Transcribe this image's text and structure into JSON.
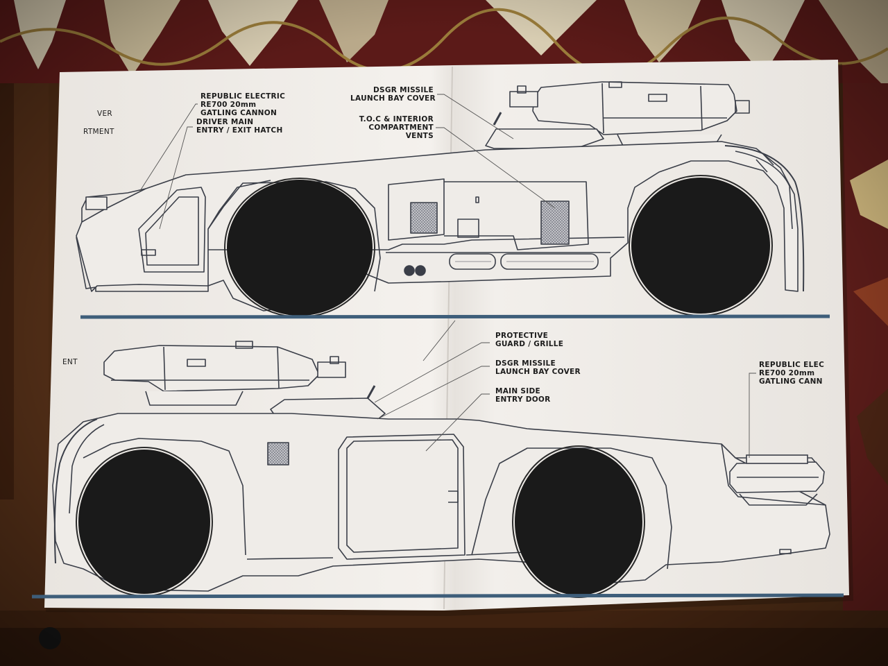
{
  "photo": {
    "colors": {
      "floor": "#4a2a14",
      "rug_dark": "#5b1a18",
      "rug_light": "#d8cdb2",
      "paper": "#f3f0ec",
      "line": "#3a3e48",
      "ground_line": "#3e5e7a",
      "wheel": "#1a1a1a"
    },
    "top_view": {
      "cropped_labels": [
        "VER",
        "RTMENT"
      ],
      "callouts": [
        {
          "id": "gatling",
          "lines": [
            "REPUBLIC ELECTRIC",
            "RE700 20mm",
            "GATLING CANNON"
          ]
        },
        {
          "id": "hatch",
          "lines": [
            "DRIVER MAIN",
            "ENTRY / EXIT HATCH"
          ]
        },
        {
          "id": "dsgr",
          "lines": [
            "DSGR MISSILE",
            "LAUNCH BAY COVER"
          ]
        },
        {
          "id": "toc",
          "lines": [
            "T.O.C & INTERIOR",
            "COMPARTMENT",
            "VENTS"
          ]
        }
      ]
    },
    "bottom_view": {
      "cropped_labels": [
        "ENT"
      ],
      "callouts": [
        {
          "id": "guard",
          "lines": [
            "PROTECTIVE",
            "GUARD / GRILLE"
          ]
        },
        {
          "id": "dsgr",
          "lines": [
            "DSGR MISSILE",
            "LAUNCH BAY COVER"
          ]
        },
        {
          "id": "door",
          "lines": [
            "MAIN SIDE",
            "ENTRY DOOR"
          ]
        },
        {
          "id": "gatling",
          "lines": [
            "REPUBLIC ELEC",
            "RE700 20mm",
            "GATLING CANN"
          ]
        }
      ]
    }
  }
}
